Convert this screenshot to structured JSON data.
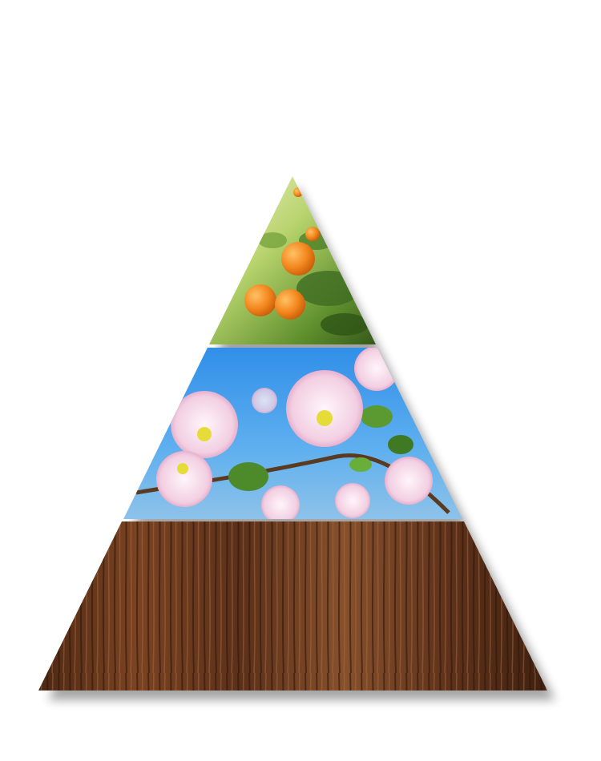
{
  "pyramid": {
    "tiers": [
      {
        "name": "top",
        "image": "orange-tree-photo",
        "colors": [
          "#f7f3d8",
          "#9cc25a",
          "#f28a1e",
          "#3f6b1f"
        ]
      },
      {
        "name": "middle",
        "image": "apple-blossom-photo",
        "colors": [
          "#3f9ae6",
          "#f4d6e8",
          "#e7a7c9",
          "#6aa83a"
        ]
      },
      {
        "name": "bottom",
        "image": "tree-bark-photo",
        "colors": [
          "#5a3118",
          "#7a4423",
          "#3a1e0e",
          "#9a5a32"
        ]
      }
    ],
    "background": "#ffffff"
  }
}
